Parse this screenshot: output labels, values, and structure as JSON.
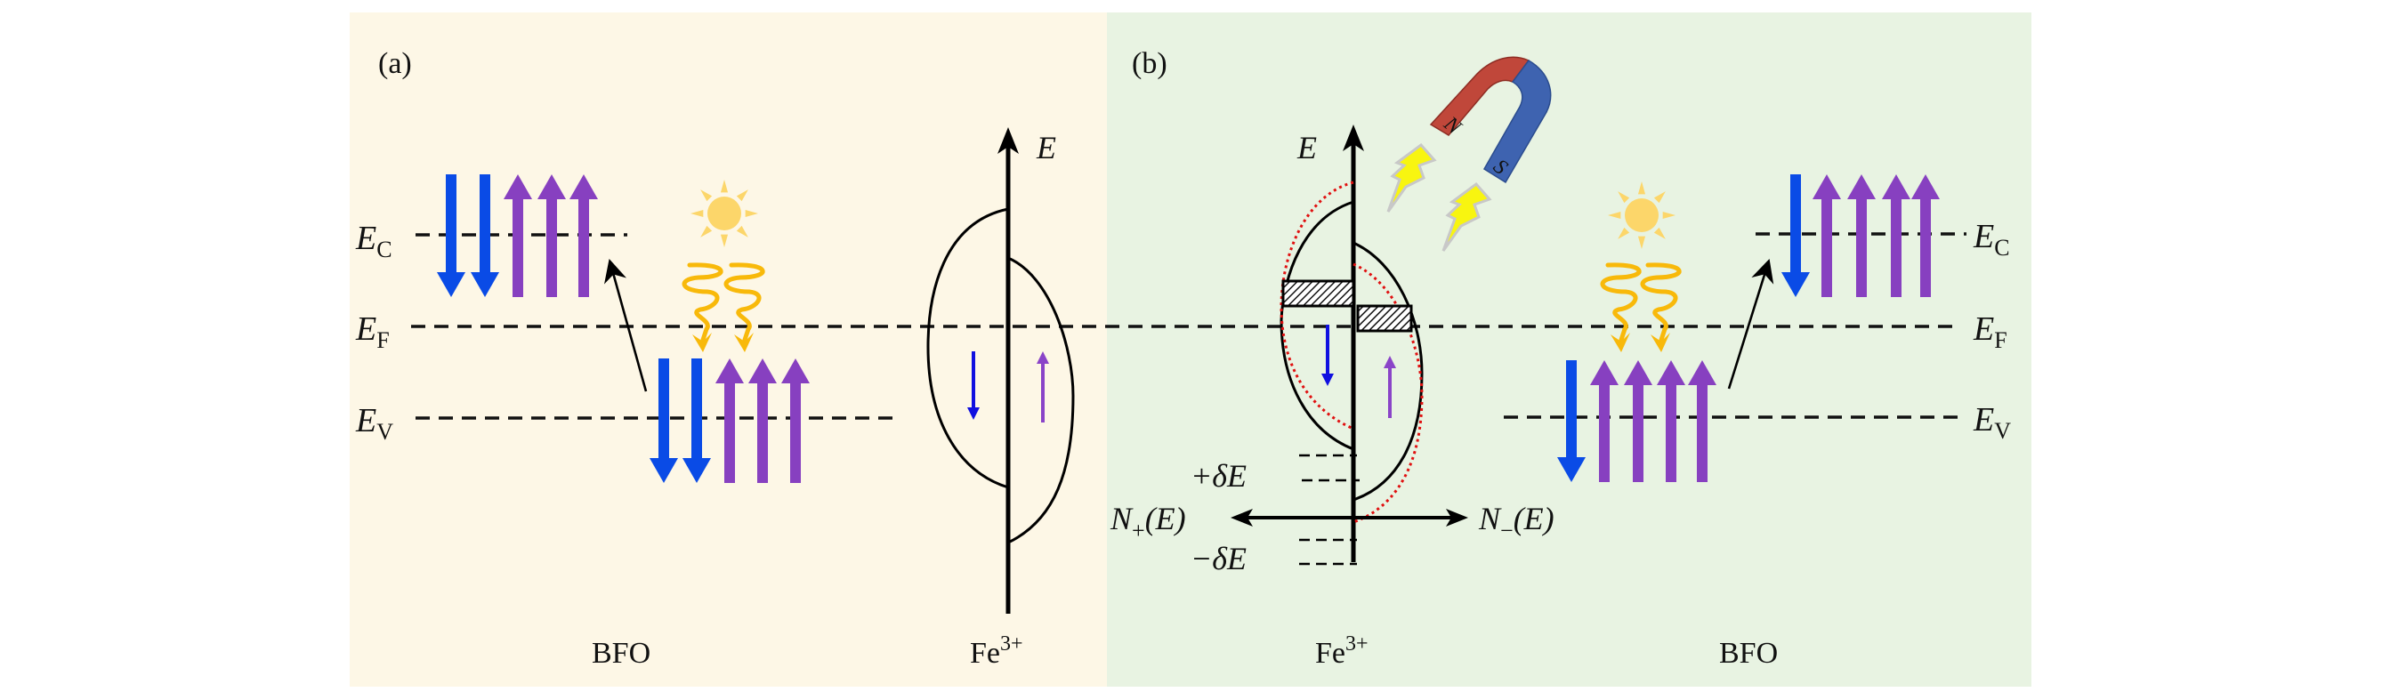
{
  "figure": {
    "colors": {
      "panel_a_bg": "#fdf7e6",
      "panel_b_bg": "#e8f3e2",
      "spin_down": "#0a4be6",
      "spin_up": "#8740c0",
      "dos_down": "#1010e0",
      "dos_up": "#8a44c8",
      "sun": "#fcd66a",
      "photon": "#f8b90a",
      "magnet_north": "#c0473a",
      "magnet_south": "#3e63b0",
      "lightning": "#f8f510",
      "dotted_dos": "#e01010"
    },
    "panel_a": {
      "label": "(a)",
      "levels": {
        "ec": "E",
        "ec_sub": "C",
        "ef": "E",
        "ef_sub": "F",
        "ev": "E",
        "ev_sub": "V"
      },
      "bfo_label": "BFO",
      "ion_label": "Fe",
      "ion_sup": "3+",
      "axis_label": "E",
      "conduction_band_spins": {
        "down": 2,
        "up": 3
      },
      "valence_band_spins": {
        "down": 2,
        "up": 3
      }
    },
    "panel_b": {
      "label": "(b)",
      "levels": {
        "ec": "E",
        "ec_sub": "C",
        "ef": "E",
        "ef_sub": "F",
        "ev": "E",
        "ev_sub": "V"
      },
      "bfo_label": "BFO",
      "ion_label": "Fe",
      "ion_sup": "3+",
      "axis_label": "E",
      "plus_delta": "+δE",
      "minus_delta": "−δE",
      "n_plus": "N",
      "n_plus_sub": "+",
      "n_minus": "N",
      "n_minus_sub": "−",
      "n_arg": "(E)",
      "magnet_n": "N",
      "magnet_s": "S",
      "conduction_band_spins": {
        "down": 1,
        "up": 4
      },
      "valence_band_spins": {
        "down": 1,
        "up": 4
      }
    }
  }
}
